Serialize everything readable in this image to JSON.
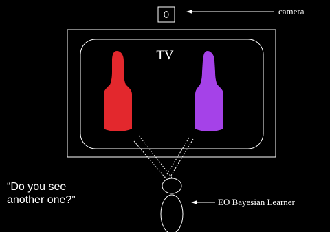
{
  "labels": {
    "camera": "camera",
    "tv": "TV",
    "learner": "EO Bayesian Learner",
    "speech_line1": "“Do you see",
    "speech_line2": "another one?”"
  },
  "colors": {
    "background": "#000000",
    "lines": "#ffffff",
    "bottle_left": "#e3282d",
    "bottle_right": "#a542e8"
  },
  "icons": {
    "camera": "camera-icon",
    "person": "person-figure"
  }
}
